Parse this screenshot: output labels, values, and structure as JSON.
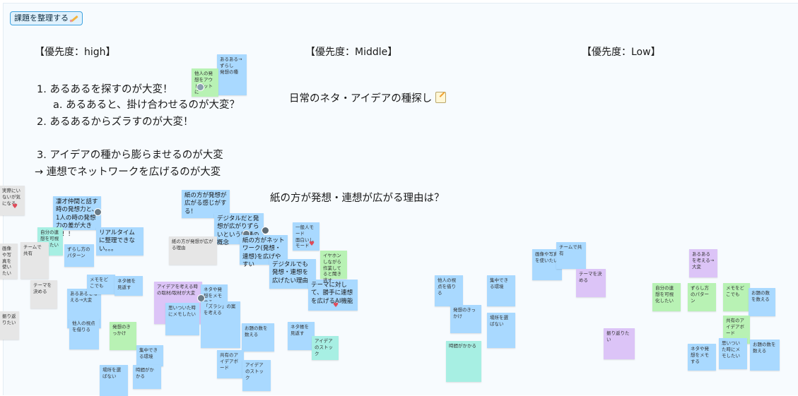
{
  "frame": {
    "label": "課題を整理する"
  },
  "headings": {
    "high": "【優先度：high】",
    "middle": "【優先度：Middle】",
    "low": "【優先度：Low】"
  },
  "high_list": [
    "1. あるあるを探すのが大変！",
    "a. あるあると、掛け合わせるのが大変？",
    "2. あるあるからズラすのが大変！",
    "3. アイデアの種から膨らませるのが大変",
    "→ 連想でネットワークを広げるのが大変"
  ],
  "middle": {
    "item": "日常のネタ・アイデアの種探し"
  },
  "center_question": "紙の方が発想・連想が広がる理由は？",
  "stickies": {
    "s1": "凄才仲間と話す時の発想力と、1人の時の発想力の差が大きい！！",
    "s2": "リアルタイムに整理できない。。。",
    "s3": "紙の方が発想が広がる感じがする！",
    "s4": "デジタルだと発想が広がりずらいという課題の概念",
    "s5": "紙の方がネットワーク(発想・連想)を広げやすい",
    "s6": "デジタルでも発想・連想を広げたい理由",
    "s7": "テーマに対して、勝手に連想を広げるAI機能",
    "s8": "アイデアを考える時の取材/取材が大変",
    "s9": "「ズラシ」の案を考える",
    "s10": "あるある→ずらし\n発想の種\n",
    "s11": "一般人モード\n面白いしモード",
    "s12": "イヤホンしながら作業してると聞き逃す",
    "s13": "他人の発想をアウトプットに",
    "s14": "実際にいないが気になる",
    "s15": "ネタや発想をメモする",
    "s16": "思いついた時にメモしたい",
    "s17": "紙の方が発想が広がる理由",
    "s18": "お題の数を数える",
    "s19": "共有のアイデアボード",
    "s20": "アイデアのストック",
    "s21": "あるあるを考える→大変",
    "s22": "自分の連想を可視化したい",
    "s23": "ずらし方のパターン",
    "s24": "メモをどこでも",
    "s25": "ネタ帳を見返す",
    "s26": "他人の視点を借りる",
    "s27": "発想のきっかけ",
    "s28": "集中できる環境",
    "s29": "場所を選ばない",
    "s30": "時間がかかる",
    "s31": "画像や写真を使いたい",
    "s32": "チームで共有",
    "s33": "テーマを決める",
    "s34": "振り返りたい"
  },
  "icons": {
    "frame_icon": "pencil-icon",
    "middle_icon": "memo-icon"
  },
  "colors": {
    "sticky_blue": "#a9d9ff",
    "sticky_green": "#b8f2b4",
    "sticky_purple": "#dcc4f7",
    "frame_tag": "#dff1fd"
  }
}
